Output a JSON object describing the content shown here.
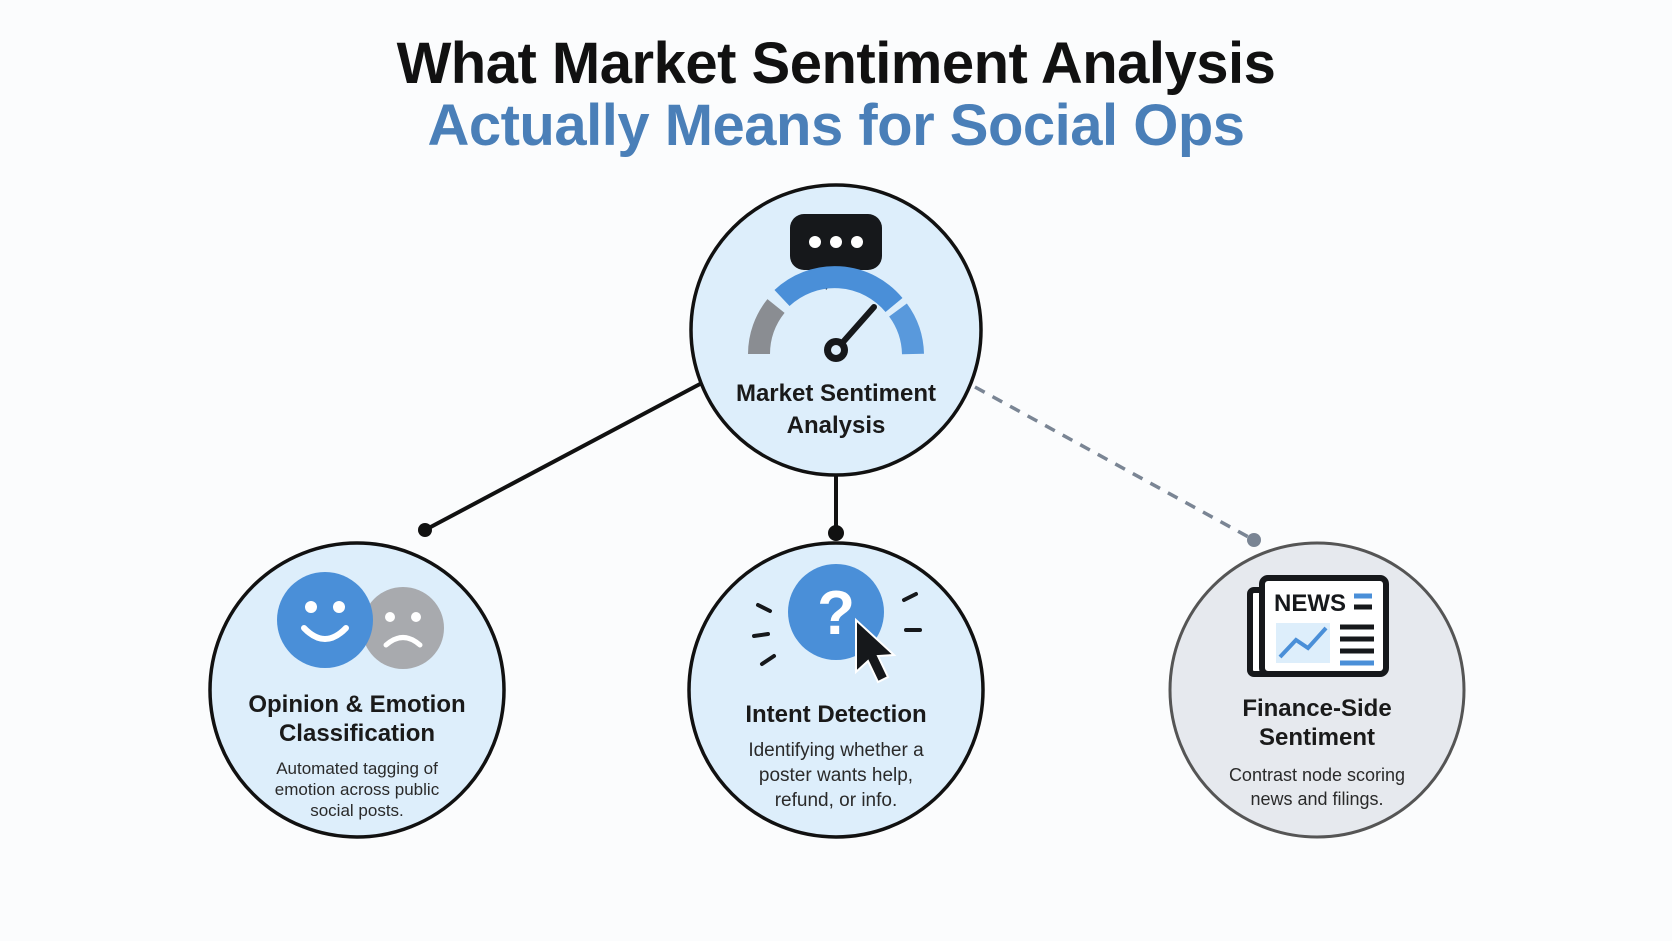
{
  "title": {
    "line1": "What Market Sentiment Analysis",
    "line2": "Actually Means for Social Ops"
  },
  "colors": {
    "title_dark": "#111111",
    "title_accent": "#4a7fb8",
    "node_fill": "#ddeefb",
    "node_fill_muted": "#e6e9ee",
    "icon_blue": "#4a8fd8",
    "icon_gray": "#a8aaae",
    "dashed_line": "#7a8594"
  },
  "center": {
    "label": "Market Sentiment Analysis",
    "icons": [
      "speech-bubble-icon",
      "sentiment-gauge-icon"
    ]
  },
  "nodes": [
    {
      "key": "opinion",
      "label": "Opinion & Emotion Classification",
      "description": "Automated tagging of emotion across public social posts.",
      "icons": [
        "happy-face-icon",
        "sad-face-icon"
      ],
      "connector": "solid"
    },
    {
      "key": "intent",
      "label": "Intent Detection",
      "description": "Identifying whether a poster wants help, refund, or info.",
      "icons": [
        "question-mark-icon",
        "cursor-pointer-icon"
      ],
      "connector": "solid"
    },
    {
      "key": "finance",
      "label": "Finance-Side Sentiment",
      "description": "Contrast node scoring news and filings.",
      "icons": [
        "newspaper-icon"
      ],
      "news_text": "NEWS",
      "connector": "dashed"
    }
  ]
}
